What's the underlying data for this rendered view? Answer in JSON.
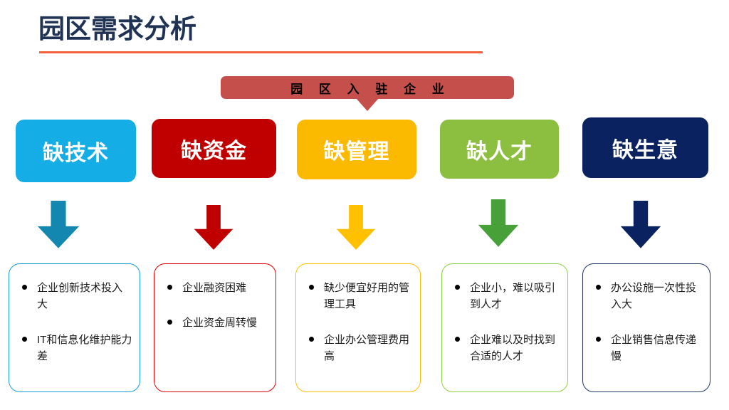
{
  "page": {
    "title": "园区需求分析",
    "accent_rule_color": "#F2603C",
    "title_color": "#213354",
    "background": "#FFFFFF"
  },
  "banner": {
    "label": "园 区 入 驻 企 业",
    "color": "#C5504B",
    "text_color": "#000000"
  },
  "columns": [
    {
      "id": "tech",
      "card_label": "缺技术",
      "color": "#14ADE5",
      "arrow_color": "#1487B0",
      "border_color": "#1B9CD8",
      "bullets": [
        "企业创新技术投入大",
        "IT和信息化维护能力差"
      ]
    },
    {
      "id": "funds",
      "card_label": "缺资金",
      "color": "#C00000",
      "arrow_color": "#C00000",
      "border_color": "#E00000",
      "bullets": [
        "企业融资困难",
        "企业资金周转慢"
      ]
    },
    {
      "id": "management",
      "card_label": "缺管理",
      "color": "#FBBA00",
      "arrow_color": "#FFC000",
      "border_color": "#FFC000",
      "bullets": [
        "缺少便宜好用的管理工具",
        "企业办公管理费用高"
      ]
    },
    {
      "id": "talent",
      "card_label": "缺人才",
      "color": "#8CBE3F",
      "arrow_color": "#48A038",
      "border_color": "#8CD04A",
      "bullets": [
        "企业小，难以吸引到人才",
        "企业难以及时找到合适的人才"
      ]
    },
    {
      "id": "business",
      "card_label": "缺生意",
      "color": "#0A2260",
      "arrow_color": "#0A2260",
      "border_color": "#1F3864",
      "bullets": [
        "办公设施一次性投入大",
        "企业销售信息传递慢"
      ]
    }
  ]
}
